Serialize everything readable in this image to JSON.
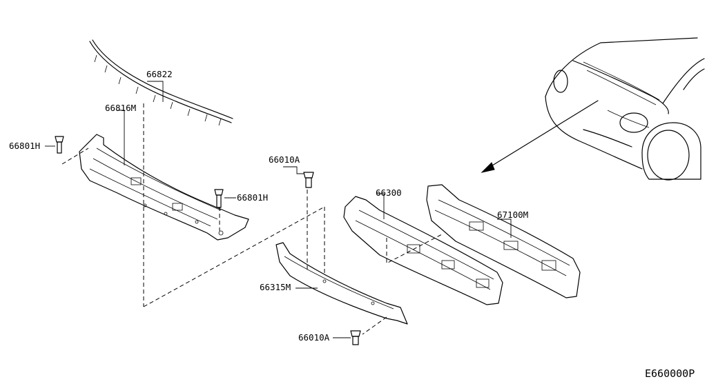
{
  "diagram": {
    "parts": [
      {
        "id": "p66822",
        "label": "66822"
      },
      {
        "id": "p66816m",
        "label": "66816M"
      },
      {
        "id": "p66801h_left",
        "label": "66801H"
      },
      {
        "id": "p66801h_right",
        "label": "66801H"
      },
      {
        "id": "p66010a_top",
        "label": "66010A"
      },
      {
        "id": "p66010a_bottom",
        "label": "66010A"
      },
      {
        "id": "p66300",
        "label": "66300"
      },
      {
        "id": "p66315m",
        "label": "66315M"
      },
      {
        "id": "p67100m",
        "label": "67100M"
      }
    ],
    "diagram_code": "E660000P"
  }
}
